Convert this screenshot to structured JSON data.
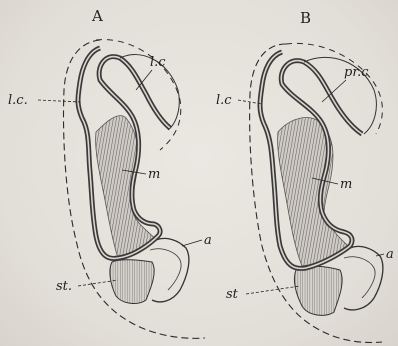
{
  "panels": [
    {
      "letter": "A",
      "labels": {
        "top_right": "l.c",
        "top_left": "l.c.",
        "middle": "m",
        "right": "a",
        "bottom": "st."
      }
    },
    {
      "letter": "B",
      "labels": {
        "top_right": "pr.c",
        "top_left": "l.c",
        "middle": "m",
        "right": "a",
        "bottom": "st"
      }
    }
  ],
  "colors": {
    "background": "#e3e0da",
    "ink": "#1e1e1e",
    "membrane": "#4a4a4a",
    "mesoderm_fill": "#8a8a8a"
  }
}
